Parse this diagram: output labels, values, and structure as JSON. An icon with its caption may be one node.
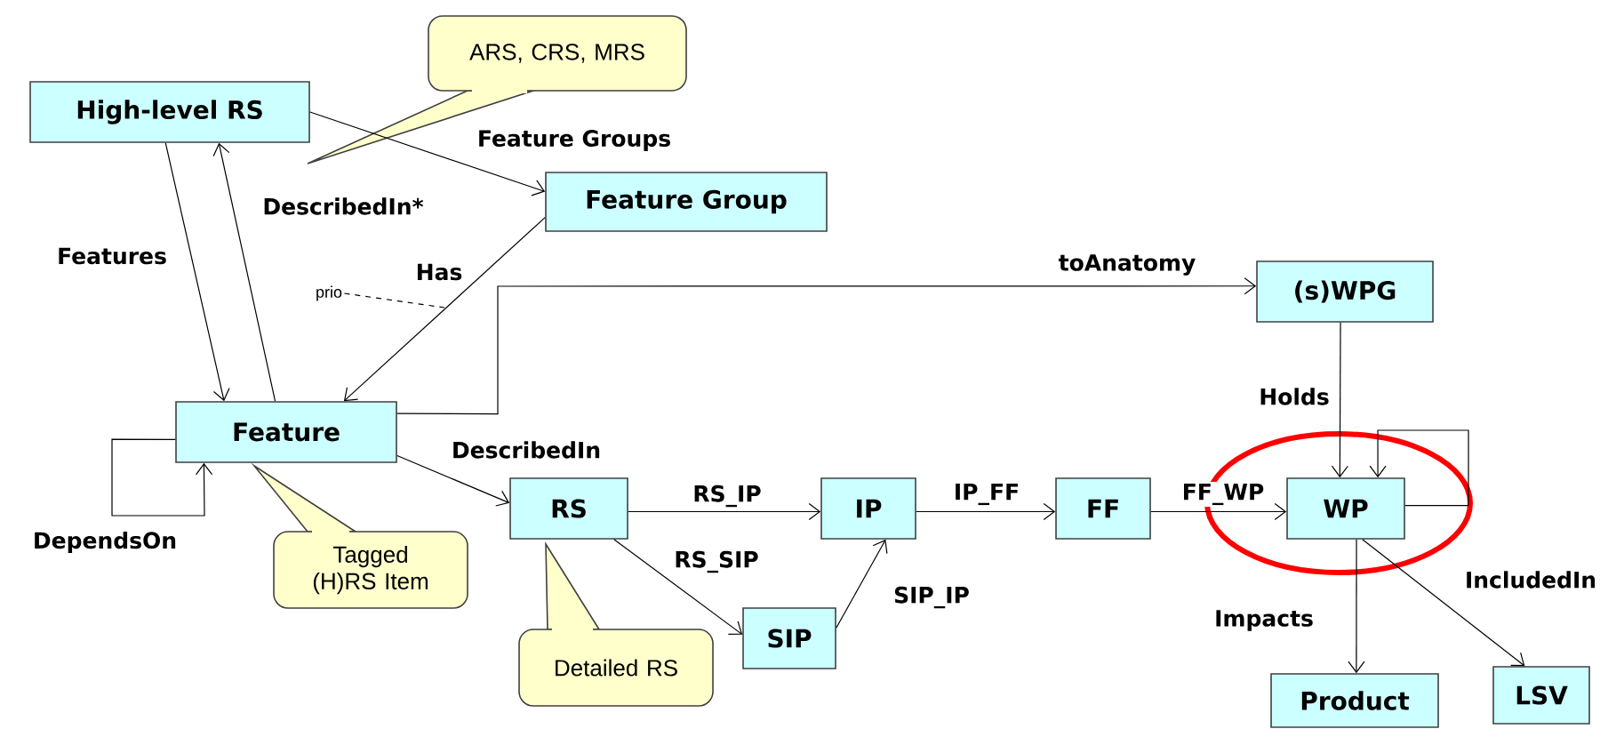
{
  "diagram": {
    "nodes": [
      {
        "text": [
          "High-level RS"
        ]
      },
      {
        "text": [
          "ARS, CRS, MRS"
        ]
      },
      {
        "text": [
          "Feature Group"
        ]
      },
      {
        "text": [
          "prio"
        ]
      },
      {
        "text": [
          "(s)WPG"
        ]
      },
      {
        "text": [
          "Feature"
        ]
      },
      {
        "text": [
          "RS"
        ]
      },
      {
        "text": [
          "IP"
        ]
      },
      {
        "text": [
          "FF"
        ]
      },
      {
        "text": [
          "WP"
        ]
      },
      {
        "text": [
          "Tagged (H)RS Item"
        ]
      },
      {
        "text": [
          "SIP"
        ]
      },
      {
        "text": [
          "Detailed RS"
        ]
      },
      {
        "text": [
          "Product"
        ]
      },
      {
        "text": [
          "LSV"
        ]
      }
    ],
    "edges": [
      {
        "from": 0,
        "to": 2,
        "arrow": "to",
        "label": "Feature Groups"
      },
      {
        "from": 0,
        "to": 5,
        "arrow": "to",
        "label": "Features"
      },
      {
        "from": 5,
        "to": 0,
        "arrow": "to",
        "label": "DescribedIn*"
      },
      {
        "from": 2,
        "to": 5,
        "arrow": "to",
        "label": "Has"
      },
      {
        "from": 3,
        "to": null,
        "arrow": "none",
        "style": "dashed"
      },
      {
        "from": 5,
        "to": 4,
        "arrow": "to",
        "label": "toAnatomy"
      },
      {
        "from": 5,
        "to": 5,
        "arrow": "to",
        "label": "DependsOn"
      },
      {
        "from": 5,
        "to": 6,
        "arrow": "to",
        "label": "DescribedIn"
      },
      {
        "from": 6,
        "to": 7,
        "arrow": "to",
        "label": "RS_IP"
      },
      {
        "from": 6,
        "to": 11,
        "arrow": "to",
        "label": "RS_SIP"
      },
      {
        "from": 11,
        "to": 7,
        "arrow": "to",
        "label": "SIP_IP"
      },
      {
        "from": 7,
        "to": 8,
        "arrow": "to",
        "label": "IP_FF"
      },
      {
        "from": 8,
        "to": 9,
        "arrow": "to",
        "label": "FF_WP"
      },
      {
        "from": 4,
        "to": 9,
        "arrow": "to",
        "label": "Holds"
      },
      {
        "from": 9,
        "to": 9,
        "arrow": "to"
      },
      {
        "from": 9,
        "to": 13,
        "arrow": "to",
        "label": "Impacts"
      },
      {
        "from": 9,
        "to": 14,
        "arrow": "to",
        "label": "IncludedIn"
      }
    ]
  }
}
